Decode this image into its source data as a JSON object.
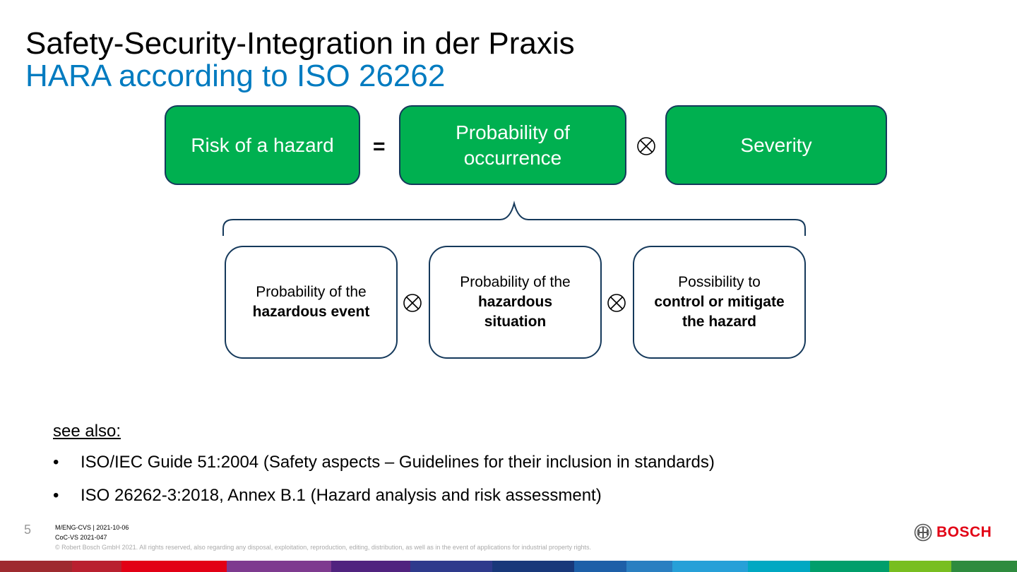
{
  "header": {
    "title": "Safety-Security-Integration in der Praxis",
    "subtitle": "HARA according to ISO 26262"
  },
  "formula": {
    "risk": "Risk of a hazard",
    "equals": "=",
    "probability": "Probability of occurrence",
    "severity": "Severity"
  },
  "factors": [
    {
      "normal": "Probability of the",
      "bold": "hazardous event"
    },
    {
      "normal": "Probability of the",
      "bold": "hazardous situation"
    },
    {
      "normal": "Possibility to",
      "bold": "control or mitigate the hazard"
    }
  ],
  "see_also": {
    "heading": "see also:",
    "items": [
      "ISO/IEC Guide 51:2004 (Safety aspects – Guidelines for their inclusion in standards)",
      "ISO 26262-3:2018, Annex B.1 (Hazard analysis and risk assessment)"
    ]
  },
  "footer": {
    "page_number": "5",
    "dept_date": "M/ENG-CVS | 2021-10-06",
    "doc_id": "CoC-VS 2021-047",
    "copyright": "© Robert Bosch GmbH 2021. All rights reserved, also regarding any disposal, exploitation, reproduction, editing, distribution, as well as in the event of applications for industrial property rights.",
    "logo_text": "BOSCH"
  },
  "colors": {
    "green_box": "#00b050",
    "box_border": "#15395b",
    "subtitle_blue": "#007bc0",
    "bosch_red": "#e20015"
  },
  "icons": {
    "operator": "circled-times-icon",
    "brace": "curly-brace",
    "logo": "bosch-armature-icon"
  }
}
